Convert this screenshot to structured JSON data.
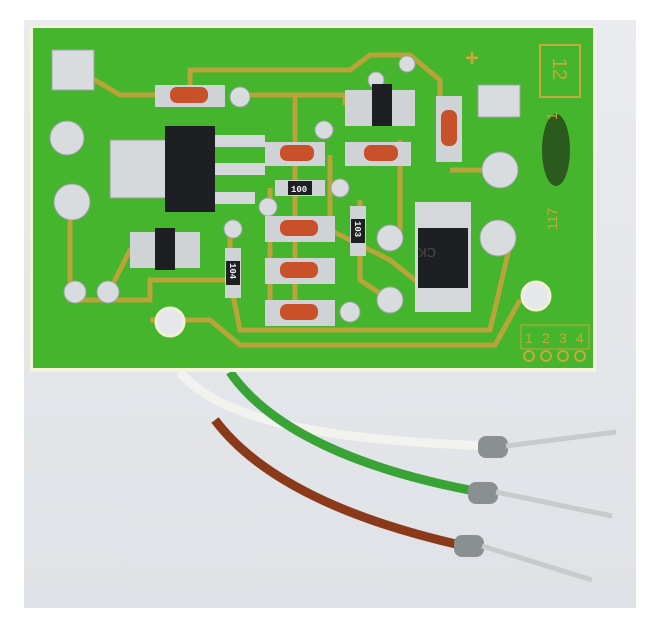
{
  "board": {
    "version_label": "12",
    "plus_marker": "+",
    "part_number": "117",
    "part_suffix": "1",
    "terminal_labels": [
      "1",
      "2",
      "3",
      "4"
    ],
    "resistor_codes": [
      "100",
      "103",
      "104"
    ],
    "diode_marking": "CK"
  },
  "colors": {
    "pcb": "#3fb52a",
    "trace": "#b9a43a",
    "wire_white": "#f2f2ee",
    "wire_green": "#3aa335",
    "wire_brown": "#8a3a1a"
  }
}
